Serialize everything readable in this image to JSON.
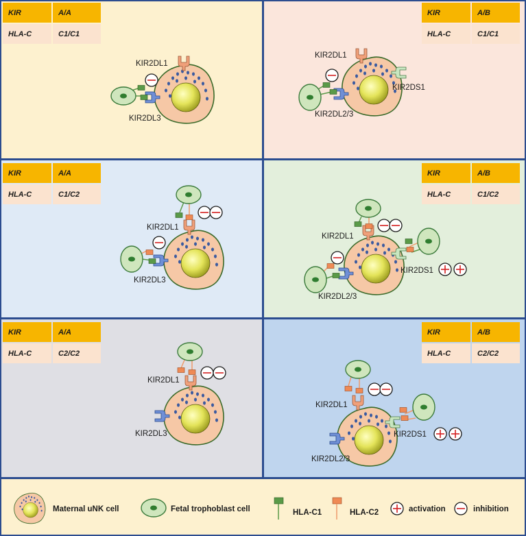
{
  "panels": [
    {
      "id": "aa-c1c1",
      "bg": "#fdf1cf",
      "kir_label": "KIR",
      "kir_value": "A/A",
      "hla_label": "HLA-C",
      "hla_value": "C1/C1"
    },
    {
      "id": "ab-c1c1",
      "bg": "#fbe6dc",
      "kir_label": "KIR",
      "kir_value": "A/B",
      "hla_label": "HLA-C",
      "hla_value": "C1/C1"
    },
    {
      "id": "aa-c1c2",
      "bg": "#dfeaf6",
      "kir_label": "KIR",
      "kir_value": "A/A",
      "hla_label": "HLA-C",
      "hla_value": "C1/C2"
    },
    {
      "id": "ab-c1c2",
      "bg": "#e3efdc",
      "kir_label": "KIR",
      "kir_value": "A/B",
      "hla_label": "HLA-C",
      "hla_value": "C1/C2"
    },
    {
      "id": "aa-c2c2",
      "bg": "#dfdfe4",
      "kir_label": "KIR",
      "kir_value": "A/A",
      "hla_label": "HLA-C",
      "hla_value": "C2/C2"
    },
    {
      "id": "ab-c2c2",
      "bg": "#bfd5ee",
      "kir_label": "KIR",
      "kir_value": "A/B",
      "hla_label": "HLA-C",
      "hla_value": "C2/C2"
    }
  ],
  "receptor_labels": {
    "kir2dl1": "KIR2DL1",
    "kir2dl3": "KIR2DL3",
    "kir2dl23": "KIR2DL2/3",
    "kir2ds1": "KIR2DS1"
  },
  "legend": {
    "bg": "#fdf1cf",
    "unk": "Maternal uNK cell",
    "trophoblast": "Fetal trophoblast cell",
    "hla_c1": "HLA-C1",
    "hla_c2": "HLA-C2",
    "activation": "activation",
    "inhibition": "inhibition"
  },
  "colors": {
    "unk_fill": "#f6c8a6",
    "nucleus": "#d9d94a",
    "granule": "#3a5aa0",
    "troph_fill": "#cfe6bd",
    "troph_nucleus": "#2f7d2f",
    "c1": "#5a9a48",
    "c2": "#ef9a6a",
    "kir2dl1": "#f0a07a",
    "kir2dl23": "#6f8fd6",
    "kir2ds1": "#c8e6c0"
  }
}
